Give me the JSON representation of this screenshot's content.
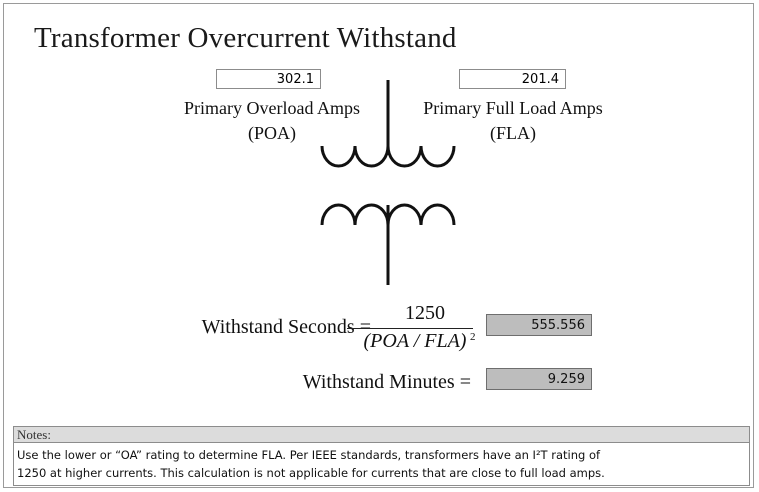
{
  "title": "Transformer Overcurrent Withstand",
  "primary": {
    "overload": {
      "value": "302.1",
      "label": "Primary Overload Amps",
      "abbr": "(POA)"
    },
    "full_load": {
      "value": "201.4",
      "label": "Primary Full Load Amps",
      "abbr": "(FLA)"
    }
  },
  "formula": {
    "seconds_label": "Withstand Seconds =",
    "numerator": "1250",
    "denominator": "(POA / FLA)",
    "exponent": "2",
    "minutes_label": "Withstand Minutes ="
  },
  "results": {
    "seconds": "555.556",
    "minutes": "9.259"
  },
  "notes": {
    "header": "Notes:",
    "line1": "Use the lower or “OA” rating to determine FLA.  Per IEEE standards, transformers have an I²T rating of",
    "line2": "1250 at higher currents.  This calculation is not applicable for currents that are close to full load amps."
  }
}
